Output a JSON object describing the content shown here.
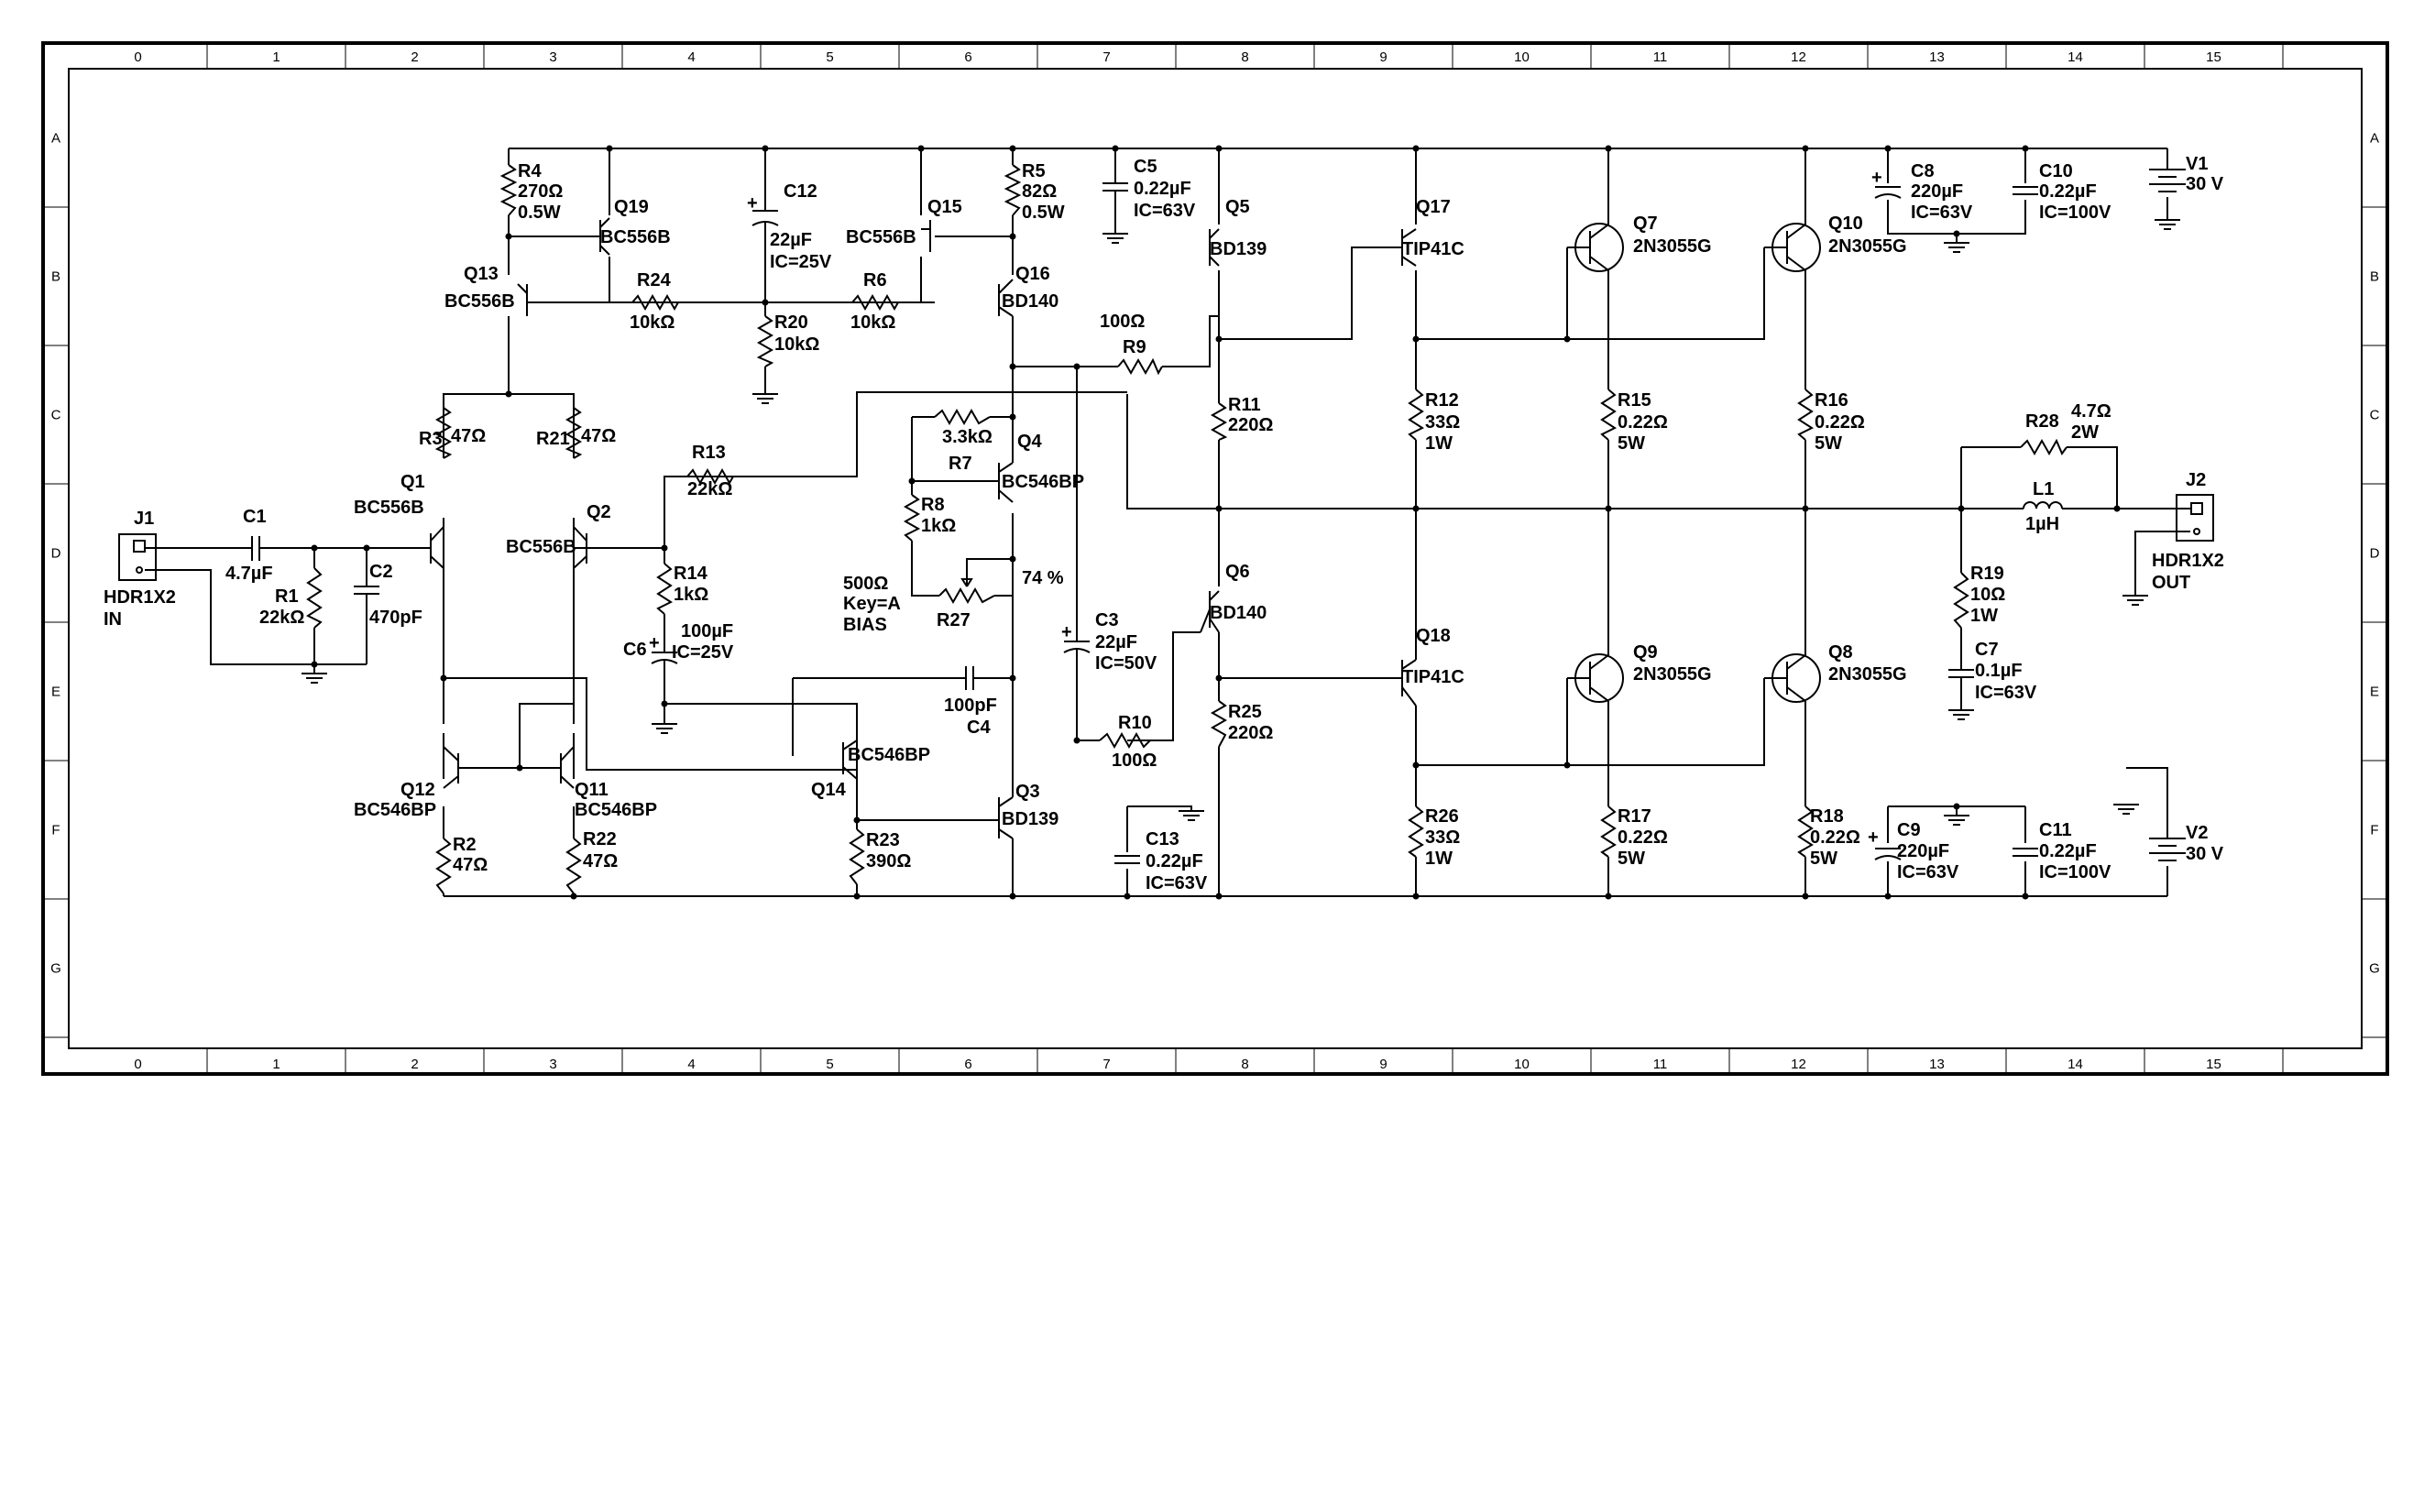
{
  "frame": {
    "columns": [
      "0",
      "1",
      "2",
      "3",
      "4",
      "5",
      "6",
      "7",
      "8",
      "9",
      "10",
      "11",
      "12",
      "13",
      "14",
      "15"
    ],
    "rows": [
      "A",
      "B",
      "C",
      "D",
      "E",
      "F",
      "G"
    ]
  },
  "components": [
    {
      "ref": "J1",
      "value": "HDR1X2",
      "note": "IN",
      "kind": "connector"
    },
    {
      "ref": "C1",
      "value": "4.7µF",
      "kind": "capacitor"
    },
    {
      "ref": "R1",
      "value": "22kΩ",
      "kind": "resistor"
    },
    {
      "ref": "C2",
      "value": "470pF",
      "kind": "capacitor"
    },
    {
      "ref": "Q1",
      "value": "BC556B",
      "kind": "pnp"
    },
    {
      "ref": "Q2",
      "value": "BC556B",
      "kind": "pnp"
    },
    {
      "ref": "R3",
      "value": "47Ω",
      "kind": "resistor"
    },
    {
      "ref": "R21",
      "value": "47Ω",
      "kind": "resistor"
    },
    {
      "ref": "R4",
      "value": "270Ω",
      "rating": "0.5W",
      "kind": "resistor"
    },
    {
      "ref": "Q19",
      "value": "BC556B",
      "kind": "pnp"
    },
    {
      "ref": "Q13",
      "value": "BC556B",
      "kind": "pnp"
    },
    {
      "ref": "R24",
      "value": "10kΩ",
      "kind": "resistor"
    },
    {
      "ref": "C12",
      "value": "22µF",
      "rating": "IC=25V",
      "kind": "capacitor-pol"
    },
    {
      "ref": "R20",
      "value": "10kΩ",
      "kind": "resistor"
    },
    {
      "ref": "R6",
      "value": "10kΩ",
      "kind": "resistor"
    },
    {
      "ref": "Q15",
      "value": "BC556B",
      "kind": "pnp"
    },
    {
      "ref": "R5",
      "value": "82Ω",
      "rating": "0.5W",
      "kind": "resistor"
    },
    {
      "ref": "Q16",
      "value": "BD140",
      "kind": "pnp"
    },
    {
      "ref": "C5",
      "value": "0.22µF",
      "rating": "IC=63V",
      "kind": "capacitor"
    },
    {
      "ref": "R9",
      "value": "100Ω",
      "kind": "resistor"
    },
    {
      "ref": "Q5",
      "value": "BD139",
      "kind": "npn"
    },
    {
      "ref": "Q17",
      "value": "TIP41C",
      "kind": "npn"
    },
    {
      "ref": "Q7",
      "value": "2N3055G",
      "kind": "npn"
    },
    {
      "ref": "Q10",
      "value": "2N3055G",
      "kind": "npn"
    },
    {
      "ref": "C8",
      "value": "220µF",
      "rating": "IC=63V",
      "kind": "capacitor-pol"
    },
    {
      "ref": "C10",
      "value": "0.22µF",
      "rating": "IC=100V",
      "kind": "capacitor"
    },
    {
      "ref": "V1",
      "value": "30 V",
      "kind": "battery"
    },
    {
      "ref": "R13",
      "value": "22kΩ",
      "kind": "resistor"
    },
    {
      "ref": "R7",
      "value": "3.3kΩ",
      "kind": "resistor"
    },
    {
      "ref": "Q4",
      "value": "BC546BP",
      "kind": "npn"
    },
    {
      "ref": "R8",
      "value": "1kΩ",
      "kind": "resistor"
    },
    {
      "ref": "R27",
      "value": "500Ω",
      "note1": "Key=A",
      "note2": "BIAS",
      "percent": "74 %",
      "kind": "pot"
    },
    {
      "ref": "R11",
      "value": "220Ω",
      "kind": "resistor"
    },
    {
      "ref": "R12",
      "value": "33Ω",
      "rating": "1W",
      "kind": "resistor"
    },
    {
      "ref": "R15",
      "value": "0.22Ω",
      "rating": "5W",
      "kind": "resistor"
    },
    {
      "ref": "R16",
      "value": "0.22Ω",
      "rating": "5W",
      "kind": "resistor"
    },
    {
      "ref": "R28",
      "value": "4.7Ω",
      "rating": "2W",
      "kind": "resistor"
    },
    {
      "ref": "L1",
      "value": "1µH",
      "kind": "inductor"
    },
    {
      "ref": "J2",
      "value": "HDR1X2",
      "note": "OUT",
      "kind": "connector"
    },
    {
      "ref": "R14",
      "value": "1kΩ",
      "kind": "resistor"
    },
    {
      "ref": "C6",
      "value": "100µF",
      "rating": "IC=25V",
      "kind": "capacitor-pol"
    },
    {
      "ref": "C3",
      "value": "22µF",
      "rating": "IC=50V",
      "kind": "capacitor-pol"
    },
    {
      "ref": "Q6",
      "value": "BD140",
      "kind": "pnp"
    },
    {
      "ref": "R19",
      "value": "10Ω",
      "rating": "1W",
      "kind": "resistor"
    },
    {
      "ref": "C7",
      "value": "0.1µF",
      "rating": "IC=63V",
      "kind": "capacitor"
    },
    {
      "ref": "C4",
      "value": "100pF",
      "kind": "capacitor"
    },
    {
      "ref": "Q18",
      "value": "TIP41C",
      "kind": "npn"
    },
    {
      "ref": "Q9",
      "value": "2N3055G",
      "kind": "npn"
    },
    {
      "ref": "Q8",
      "value": "2N3055G",
      "kind": "npn"
    },
    {
      "ref": "Q14",
      "value": "BC546BP",
      "kind": "npn"
    },
    {
      "ref": "R10",
      "value": "100Ω",
      "kind": "resistor"
    },
    {
      "ref": "R25",
      "value": "220Ω",
      "kind": "resistor"
    },
    {
      "ref": "Q12",
      "value": "BC546BP",
      "kind": "npn"
    },
    {
      "ref": "Q11",
      "value": "BC546BP",
      "kind": "npn"
    },
    {
      "ref": "R2",
      "value": "47Ω",
      "kind": "resistor"
    },
    {
      "ref": "R22",
      "value": "47Ω",
      "kind": "resistor"
    },
    {
      "ref": "R23",
      "value": "390Ω",
      "kind": "resistor"
    },
    {
      "ref": "Q3",
      "value": "BD139",
      "kind": "npn"
    },
    {
      "ref": "C13",
      "value": "0.22µF",
      "rating": "IC=63V",
      "kind": "capacitor"
    },
    {
      "ref": "R26",
      "value": "33Ω",
      "rating": "1W",
      "kind": "resistor"
    },
    {
      "ref": "R17",
      "value": "0.22Ω",
      "rating": "5W",
      "kind": "resistor"
    },
    {
      "ref": "R18",
      "value": "0.22Ω",
      "rating": "5W",
      "kind": "resistor"
    },
    {
      "ref": "C9",
      "value": "220µF",
      "rating": "IC=63V",
      "kind": "capacitor-pol"
    },
    {
      "ref": "C11",
      "value": "0.22µF",
      "rating": "IC=100V",
      "kind": "capacitor"
    },
    {
      "ref": "V2",
      "value": "30 V",
      "kind": "battery"
    }
  ]
}
